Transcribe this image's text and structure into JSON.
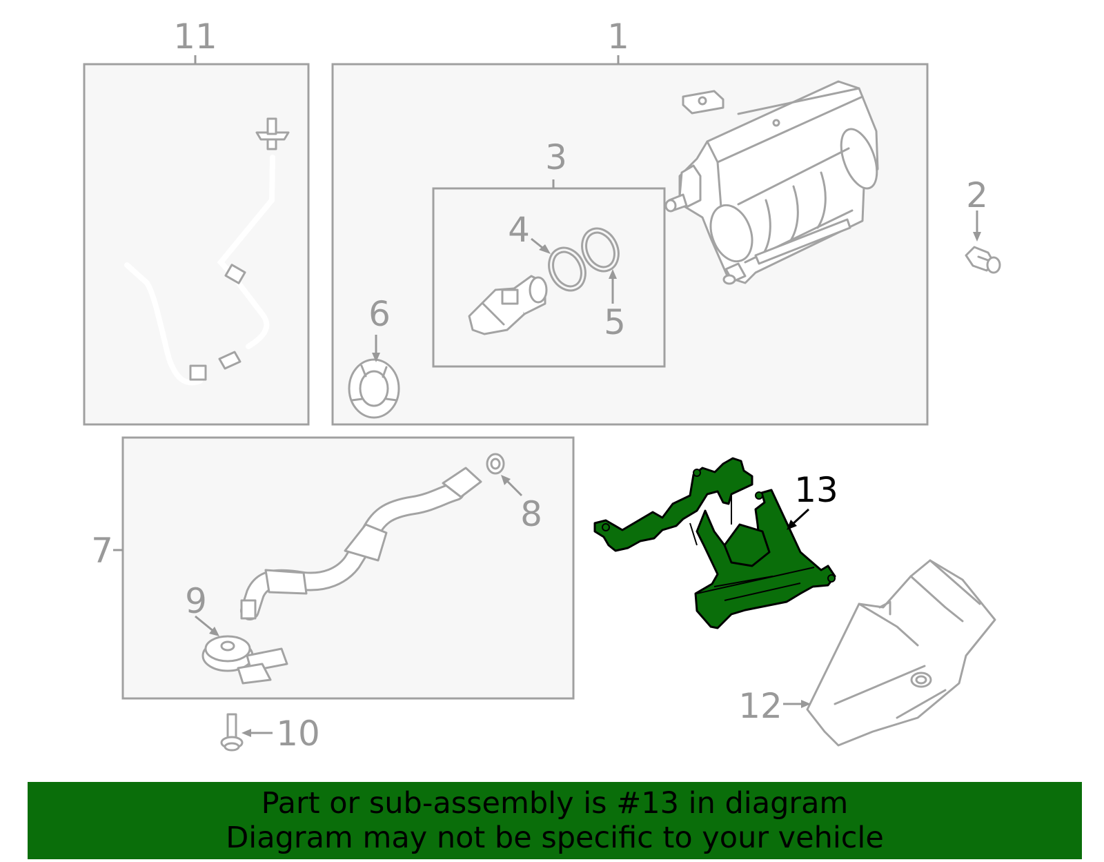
{
  "callouts": {
    "c1": "1",
    "c2": "2",
    "c3": "3",
    "c4": "4",
    "c5": "5",
    "c6": "6",
    "c7": "7",
    "c8": "8",
    "c9": "9",
    "c10": "10",
    "c11": "11",
    "c12": "12",
    "c13": "13"
  },
  "highlight": {
    "part_number": "13",
    "color": "#0a6e0a"
  },
  "banner": {
    "line1": "Part or sub-assembly is #13 in diagram",
    "line2": "Diagram may not be specific to your vehicle",
    "background": "#0a6e0a"
  },
  "colors": {
    "frame": "#a0a0a0",
    "label": "#999999",
    "highlight_label": "#000000"
  }
}
